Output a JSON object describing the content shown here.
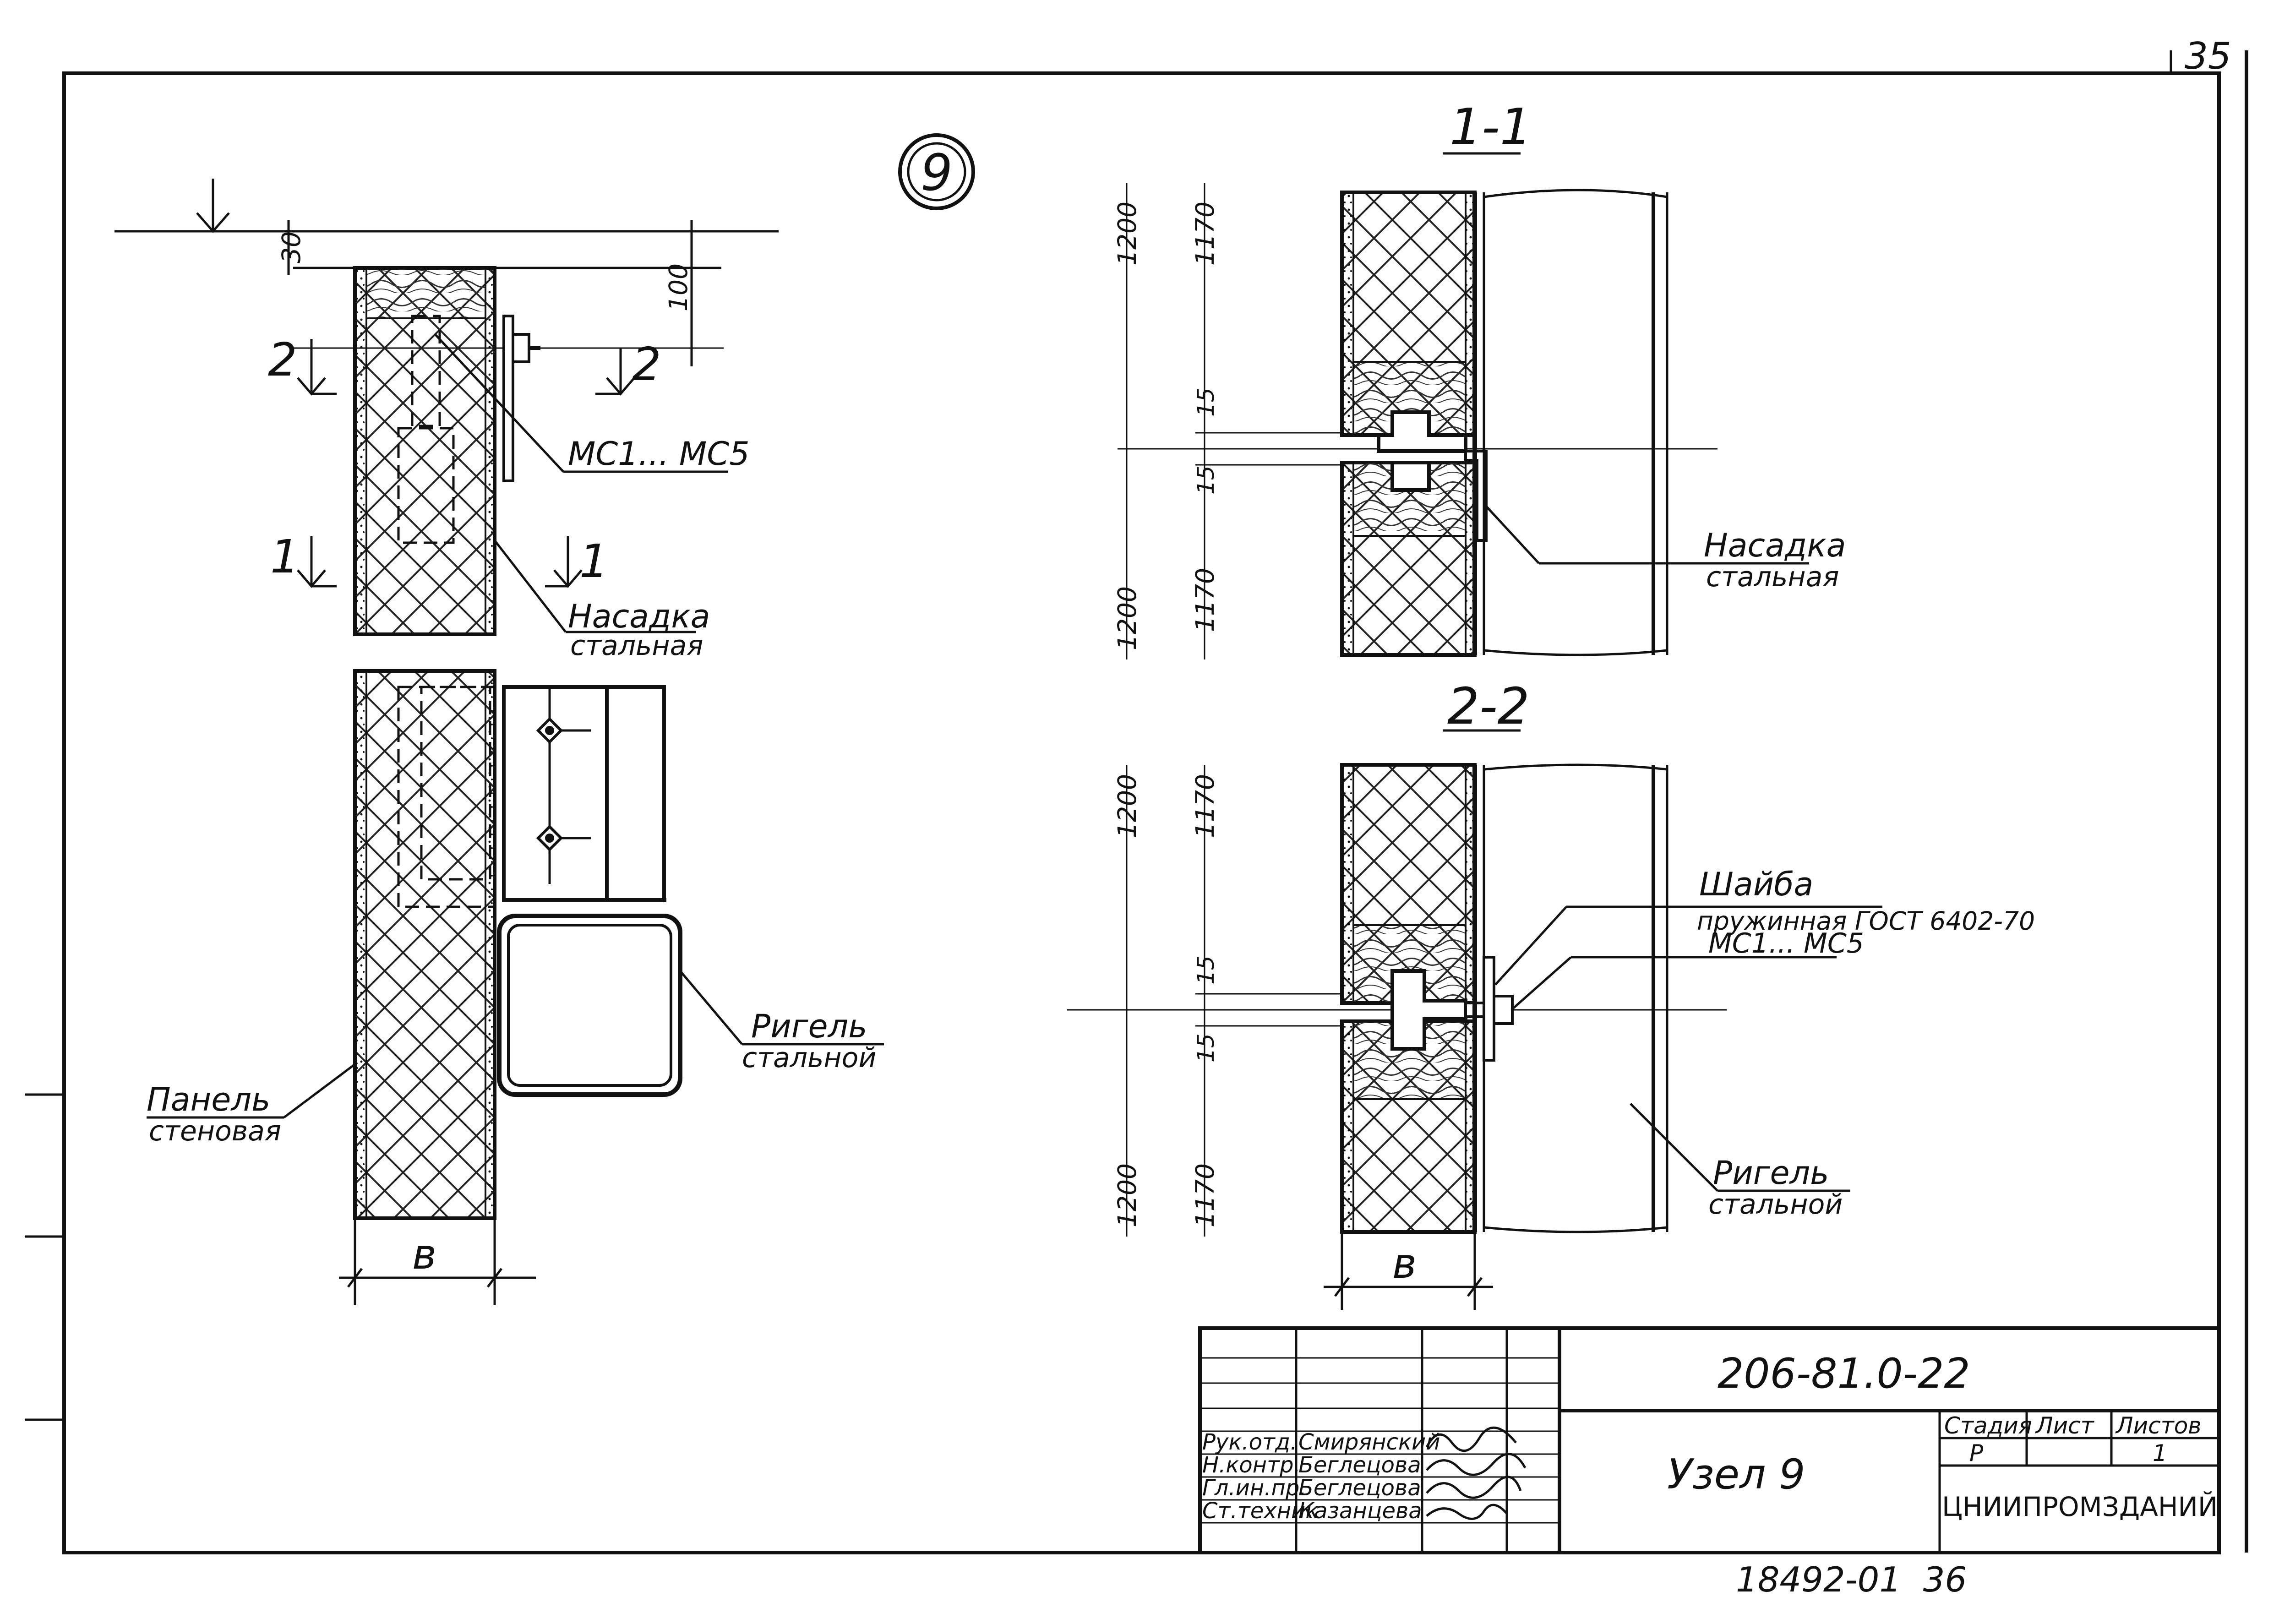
{
  "sheet_corner_number": "35",
  "node_marker": "9",
  "left_detail": {
    "dim_top": "30",
    "dim_right": "100",
    "section_2_left": "2",
    "section_2_right": "2",
    "section_1_left": "1",
    "section_1_right": "1",
    "label_mc": "МС1... МС5",
    "label_cap_line1": "Насадка",
    "label_cap_line2": "стальная",
    "label_panel_line1": "Панель",
    "label_panel_line2": "стеновая",
    "label_beam_line1": "Ригель",
    "label_beam_line2": "стальной",
    "dim_bottom": "в"
  },
  "section_1": {
    "title": "1-1",
    "dim_outer_top": "1200",
    "dim_inner_top": "1170",
    "dim_gap_top": "15",
    "dim_gap_bottom": "15",
    "dim_outer_bottom": "1200",
    "dim_inner_bottom": "1170",
    "label_cap_line1": "Насадка",
    "label_cap_line2": "стальная"
  },
  "section_2": {
    "title": "2-2",
    "dim_outer_top": "1200",
    "dim_inner_top": "1170",
    "dim_gap_top": "15",
    "dim_gap_bottom": "15",
    "dim_outer_bottom": "1200",
    "dim_inner_bottom": "1170",
    "label_washer_line1": "Шайба",
    "label_washer_line2": "пружинная ГОСТ 6402-70",
    "label_washer_line3": "МС1... МС5",
    "label_beam_line1": "Ригель",
    "label_beam_line2": "стальной",
    "dim_bottom": "в"
  },
  "title_block": {
    "doc_code": "206-81.0-22",
    "roles": [
      "Рук.отд.",
      "Н.контр.",
      "Гл.ин.пр.",
      "Ст.техник"
    ],
    "names": [
      "Смирянский",
      "Беглецова",
      "Беглецова",
      "Казанцева"
    ],
    "signatures": [
      "Смир",
      "Бег",
      "Бег",
      "Казан"
    ],
    "sheet_title": "Узел 9",
    "stage_label": "Стадия",
    "sheet_label": "Лист",
    "sheets_label": "Листов",
    "stage_value": "Р",
    "sheets_value": "1",
    "organization": "ЦНИИПРОМЗДАНИЙ"
  },
  "bottom_stamp": "18492-01  36"
}
